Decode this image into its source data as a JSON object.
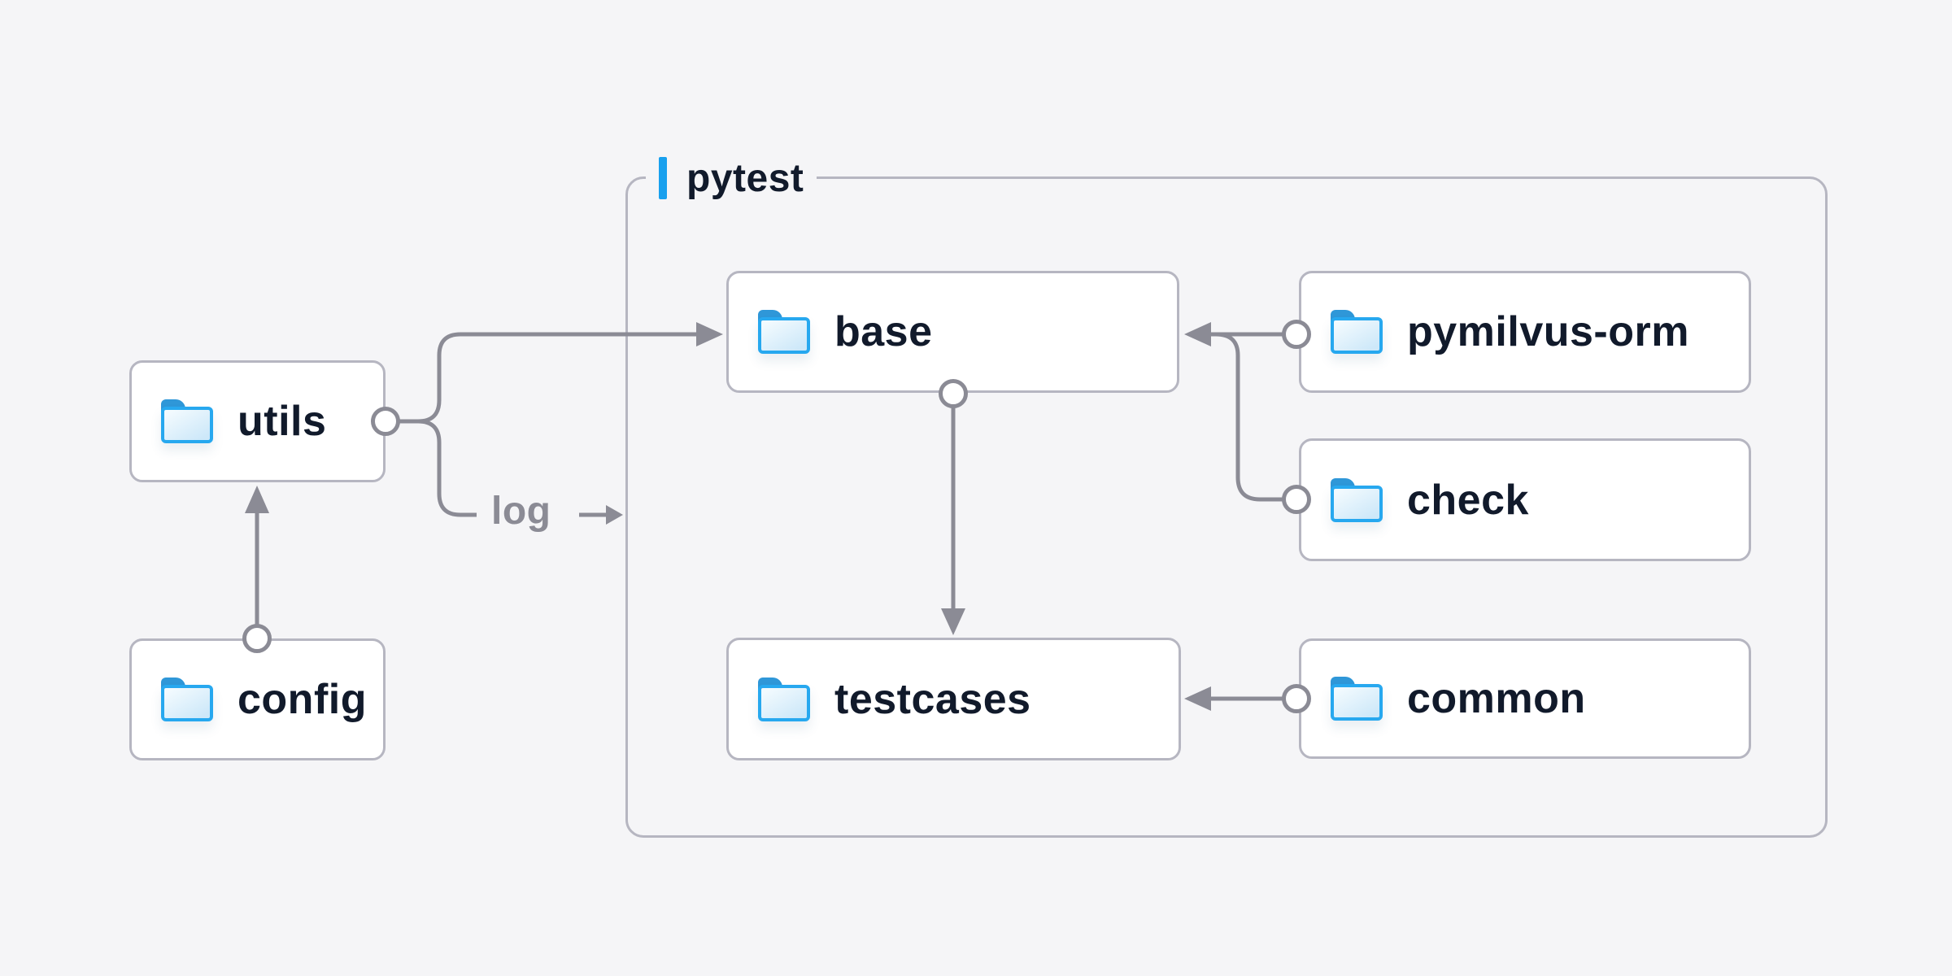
{
  "colors": {
    "bg": "#f5f5f7",
    "node-bg": "#ffffff",
    "border": "#b6b6c1",
    "line": "#8b8b95",
    "text": "#111a2b",
    "muted": "#8b8b95",
    "accent": "#18a0ee",
    "folder-stroke": "#27a8ef",
    "folder-tab": "#2f97d8",
    "folder-fill-a": "#f2fafe",
    "folder-fill-b": "#cde8f9"
  },
  "group": {
    "label": "pytest"
  },
  "nodes": [
    {
      "id": "utils",
      "label": "utils"
    },
    {
      "id": "config",
      "label": "config"
    },
    {
      "id": "base",
      "label": "base"
    },
    {
      "id": "pymilvus-orm",
      "label": "pymilvus-orm"
    },
    {
      "id": "check",
      "label": "check"
    },
    {
      "id": "testcases",
      "label": "testcases"
    },
    {
      "id": "common",
      "label": "common"
    }
  ],
  "annotations": {
    "log_label": "log"
  },
  "edges": [
    {
      "from": "config",
      "to": "utils"
    },
    {
      "from": "utils",
      "to": "base"
    },
    {
      "from": "utils",
      "to": "log"
    },
    {
      "from": "pymilvus-orm",
      "to": "base"
    },
    {
      "from": "check",
      "to": "base"
    },
    {
      "from": "base",
      "to": "testcases"
    },
    {
      "from": "common",
      "to": "testcases"
    }
  ]
}
